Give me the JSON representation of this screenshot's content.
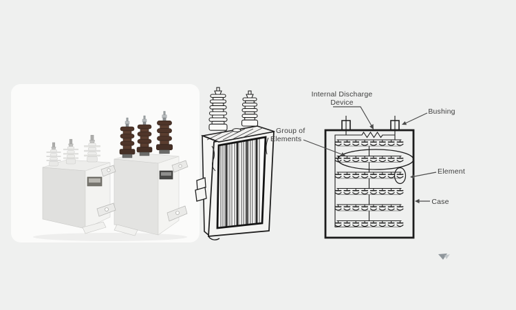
{
  "colors": {
    "background": "#eff0ef",
    "ink": "#1c1c1c",
    "label_text": "#3d3d3d",
    "leader": "#4a4a4a",
    "paper_white": "#fbfbfa",
    "porcelain_white": "#ececea",
    "bushing_brown": "#4f3529",
    "bushing_brown_dark": "#463026",
    "metal_gray": "#acacaa",
    "cursor_gray": "#8f969b"
  },
  "schematic": {
    "labels": {
      "internal_discharge_device_line1": "Internal Discharge",
      "internal_discharge_device_line2": "Device",
      "bushing": "Bushing",
      "group_of_elements_line1": "Group of",
      "group_of_elements_line2": "Elements",
      "element": "Element",
      "case": "Case"
    }
  },
  "icons": {
    "cursor_arrow": "small gray downward arrow glyph"
  }
}
